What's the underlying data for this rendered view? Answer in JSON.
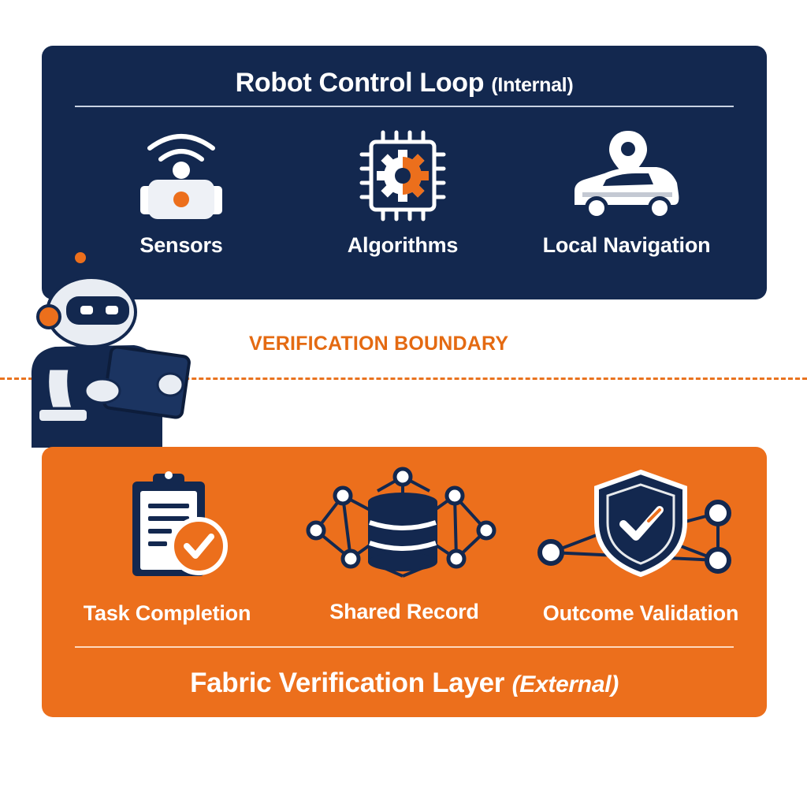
{
  "internal_panel": {
    "title": "Robot Control Loop",
    "qualifier": "(Internal)",
    "items": [
      {
        "label": "Sensors",
        "icon": "sensor-icon"
      },
      {
        "label": "Algorithms",
        "icon": "processor-gear-icon"
      },
      {
        "label": "Local Navigation",
        "icon": "vehicle-location-icon"
      }
    ]
  },
  "boundary": {
    "label": "VERIFICATION BOUNDARY"
  },
  "external_panel": {
    "title": "Fabric Verification Layer",
    "qualifier": "(External)",
    "items": [
      {
        "label": "Task Completion",
        "icon": "clipboard-check-icon"
      },
      {
        "label": "Shared Record",
        "icon": "database-network-icon"
      },
      {
        "label": "Outcome Validation",
        "icon": "shield-check-network-icon"
      }
    ]
  },
  "colors": {
    "navy": "#13284f",
    "orange": "#ec6f1c",
    "boundary_orange": "#e46a12",
    "white": "#ffffff"
  }
}
